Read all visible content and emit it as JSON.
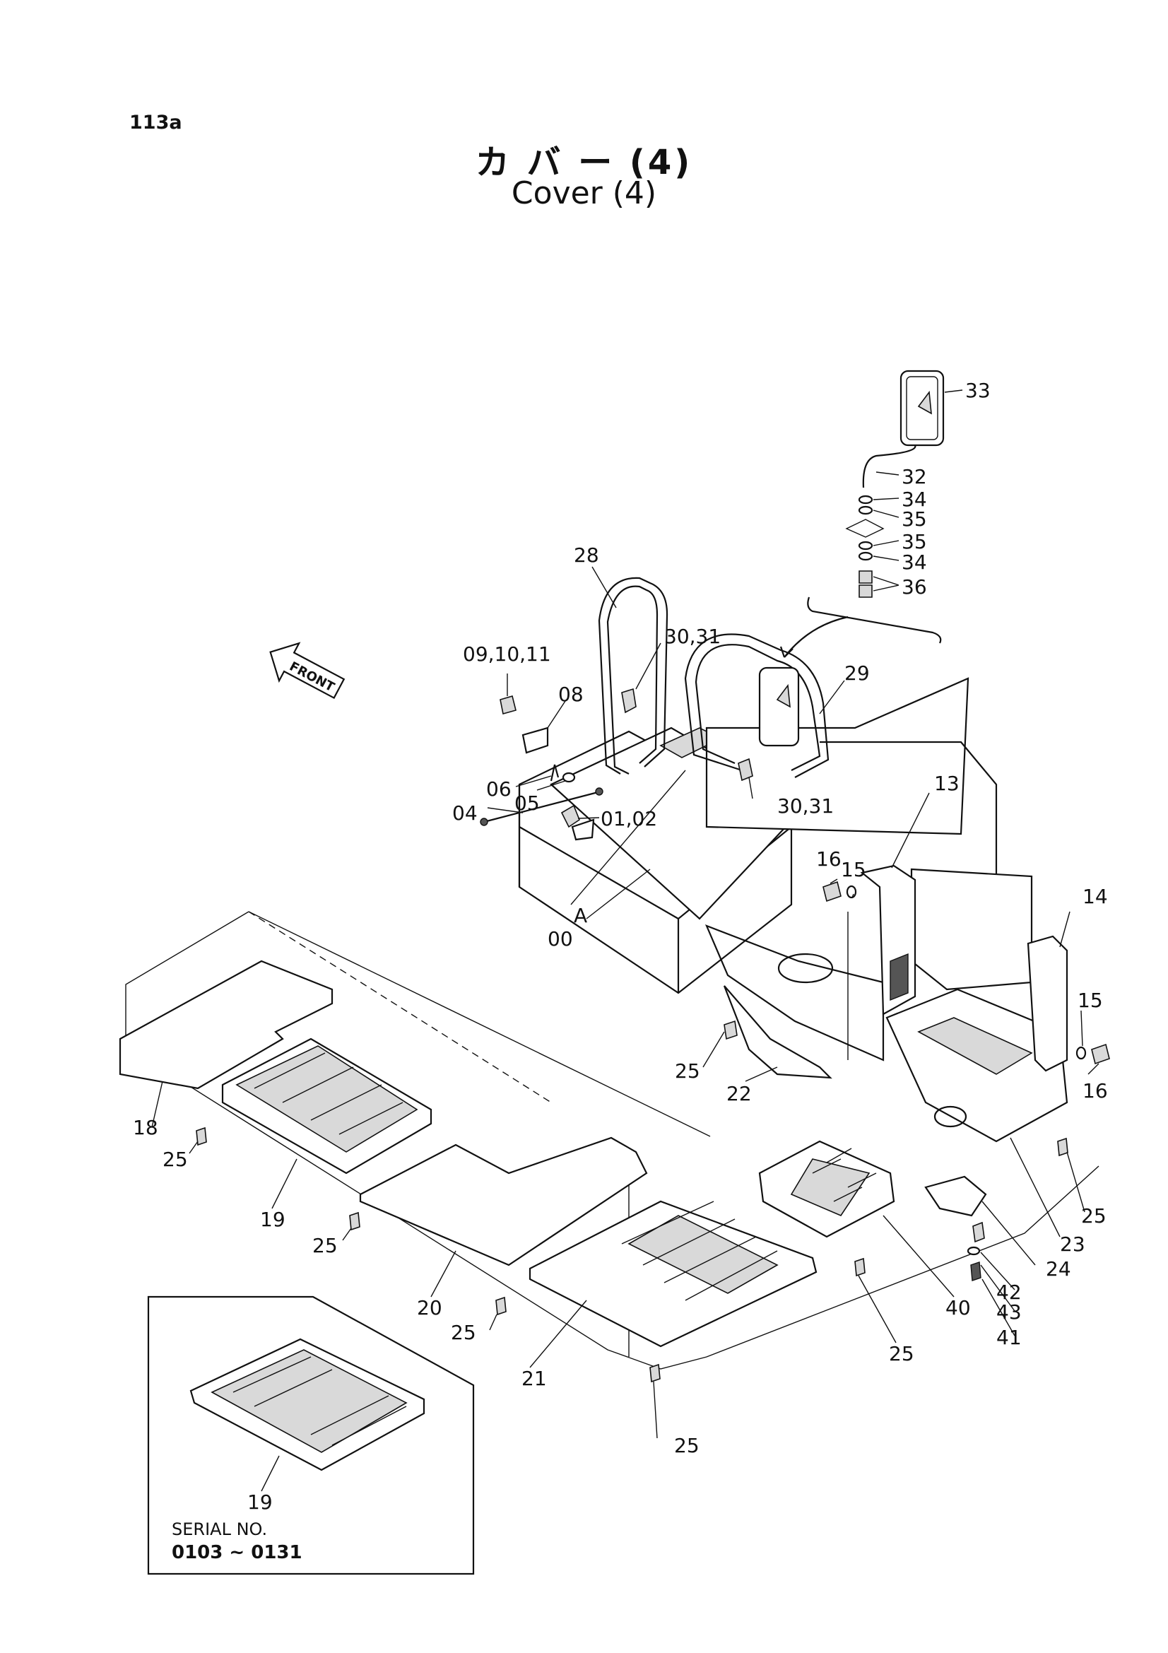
{
  "page_code": "113a",
  "title_ja": "カ バ ー (4)",
  "title_en": "Cover (4)",
  "front_label": "FRONT",
  "parts": {
    "p33": "33",
    "p32": "32",
    "p34a": "34",
    "p35a": "35",
    "p35b": "35",
    "p34b": "34",
    "p36": "36",
    "p28": "28",
    "p29": "29",
    "p30_31a": "30,31",
    "p30_31b": "30,31",
    "p09_10_11": "09,10,11",
    "p08": "08",
    "p06": "06",
    "p05": "05",
    "p04": "04",
    "p01_02": "01,02",
    "pA": "A",
    "p00": "00",
    "p13": "13",
    "p16a": "16",
    "p15a": "15",
    "p14": "14",
    "p15b": "15",
    "p16b": "16",
    "p25a": "25",
    "p22": "22",
    "p18": "18",
    "p25b": "25",
    "p19a": "19",
    "p25c": "25",
    "p20": "20",
    "p25d": "25",
    "p21": "21",
    "p25e": "25",
    "p40": "40",
    "p25f": "25",
    "p24": "24",
    "p23": "23",
    "p25g": "25",
    "p42": "42",
    "p43": "43",
    "p41": "41"
  },
  "inset": {
    "part": "19",
    "serial_label": "SERIAL NO.",
    "serial_range": "0103 ~ 0131"
  }
}
